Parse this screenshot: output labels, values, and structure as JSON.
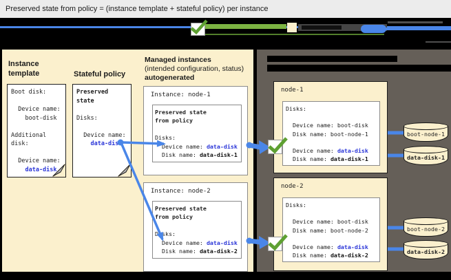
{
  "title": "Preserved state from policy = (instance template + stateful policy) per instance",
  "left": {
    "template_heading": "Instance template",
    "template_box": {
      "lines": [
        "Boot disk:",
        "",
        "  Device name:",
        "    boot-disk",
        "",
        "Additional",
        "disk:",
        "",
        "  Device name:",
        "    data-disk"
      ]
    },
    "policy_heading": "Stateful policy",
    "policy_box": {
      "lines": [
        "Preserved",
        "state",
        "",
        "Disks:",
        "",
        "  Device name:",
        "    data-disk"
      ]
    },
    "managed_heading": {
      "line1": "Managed instances",
      "line2": "(intended configuration, status)",
      "line3": "autogenerated"
    },
    "instance1": {
      "label": "Instance: node-1",
      "state_title_1": "Preserved state",
      "state_title_2": "from policy",
      "disks_label": "Disks:",
      "device_prefix": "  Device name: ",
      "device_value": "data-disk",
      "disk_prefix": "  Disk name: ",
      "disk_value": "data-disk-1"
    },
    "instance2": {
      "label": "Instance: node-2",
      "state_title_1": "Preserved state",
      "state_title_2": "from policy",
      "disks_label": "Disks:",
      "device_prefix": "  Device name: ",
      "device_value": "data-disk",
      "disk_prefix": "  Disk name: ",
      "disk_value": "data-disk-2"
    }
  },
  "right": {
    "node1": {
      "label": "node-1",
      "disks_label": "Disks:",
      "boot_device_line": "  Device name: boot-disk",
      "boot_disk_line": "  Disk name: boot-node-1",
      "device_prefix": "  Device name: ",
      "device_value": "data-disk",
      "disk_prefix": "  Disk name: ",
      "disk_value": "data-disk-1"
    },
    "node2": {
      "label": "node-2",
      "disks_label": "Disks:",
      "boot_device_line": "  Device name: boot-disk",
      "boot_disk_line": "  Disk name: boot-node-2",
      "device_prefix": "  Device name: ",
      "device_value": "data-disk",
      "disk_prefix": "  Disk name: ",
      "disk_value": "data-disk-2"
    },
    "disks": {
      "boot1": "boot-node-1",
      "data1": "data-disk-1",
      "boot2": "boot-node-2",
      "data2": "data-disk-2"
    }
  },
  "colors": {
    "connector_blue": "#4a86e8",
    "disk_text_blue": "#2b36d8",
    "check_green": "#5ea032",
    "panel_cream": "#FBF0CD",
    "panel_gray": "#655F58"
  }
}
